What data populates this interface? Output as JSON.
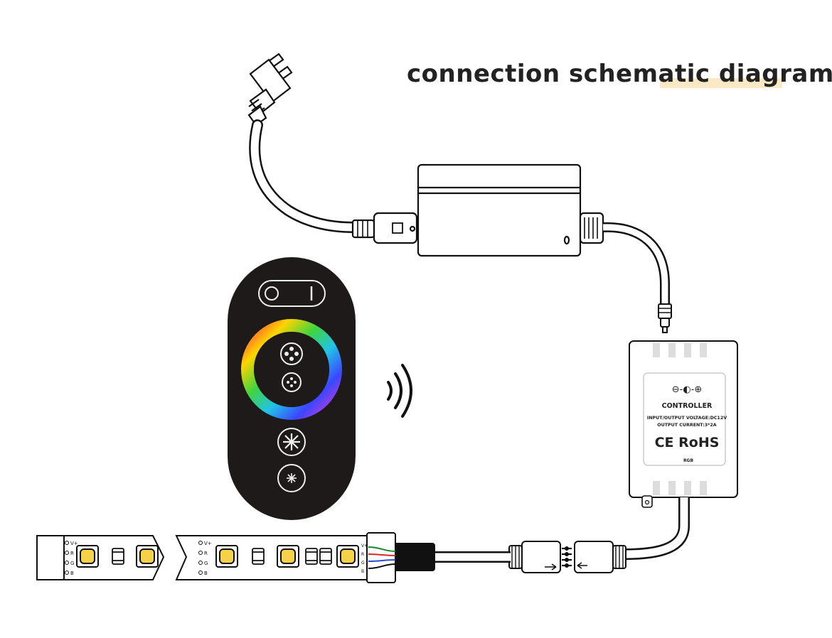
{
  "title": "connection schematic diagram",
  "controller": {
    "polarity": "⊖-◐-⊕",
    "name": "CONTROLLER",
    "spec_line1": "INPUT/OUTPUT VOLTAGE:DC12V",
    "spec_line2": "OUTPUT CURRENT:3*2A",
    "certification": "CE RoHS",
    "model": "RGB"
  },
  "strip": {
    "pin_labels": [
      "V+",
      "R",
      "G",
      "B"
    ]
  },
  "colors": {
    "line": "#111111",
    "remote_body": "#1e1a1a",
    "led_yellow": "#f6d24a",
    "title_highlight": "#fbe7c0"
  },
  "icons": [
    "power-plug-icon",
    "power-adapter-icon",
    "rf-remote-icon",
    "wireless-signal-icon",
    "rgb-controller-icon",
    "led-strip-icon",
    "connector-icon"
  ]
}
